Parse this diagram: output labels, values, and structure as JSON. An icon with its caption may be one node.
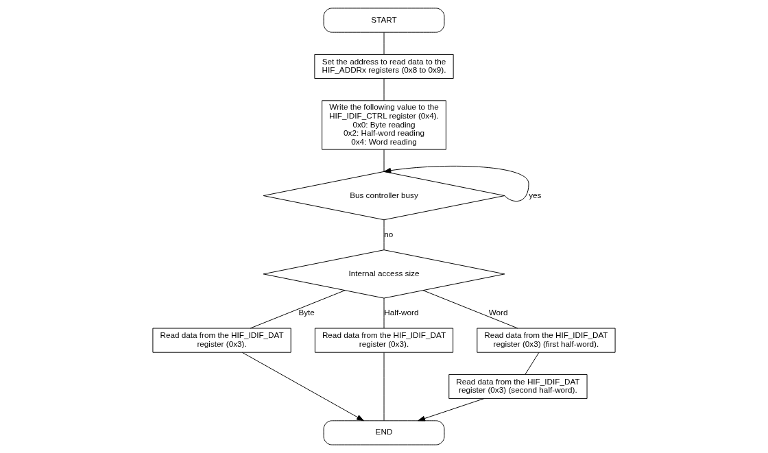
{
  "diagram": {
    "nodes": [
      {
        "text": [
          "START"
        ]
      },
      {
        "text": [
          "Set the address to read data to the HIF_ADDRx registers (0x8 to 0x9)."
        ]
      },
      {
        "text": [
          "Write the following value to the HIF_IDIF_CTRL register (0x4).",
          "0x0: Byte reading",
          "0x2: Half-word reading",
          "0x4: Word reading"
        ]
      },
      {
        "text": [
          "Bus controller busy"
        ]
      },
      {
        "text": [
          "Internal access size"
        ]
      },
      {
        "text": [
          "Read data from the HIF_IDIF_DAT register (0x3)."
        ]
      },
      {
        "text": [
          "Read data from the HIF_IDIF_DAT register (0x3)."
        ]
      },
      {
        "text": [
          "Read data from the HIF_IDIF_DAT register (0x3) (first half-word)."
        ]
      },
      {
        "text": [
          "Read data from the HIF_IDIF_DAT register (0x3) (second half-word)."
        ]
      },
      {
        "text": [
          "END"
        ]
      }
    ],
    "edges": [
      {
        "from": 0,
        "to": 1,
        "arrow": "none"
      },
      {
        "from": 1,
        "to": 2,
        "arrow": "none"
      },
      {
        "from": 2,
        "to": 3,
        "arrow": "none"
      },
      {
        "from": 3,
        "to": 3,
        "arrow": "to",
        "label": "yes"
      },
      {
        "from": 3,
        "to": 4,
        "arrow": "none",
        "label": "no"
      },
      {
        "from": 4,
        "to": 5,
        "arrow": "none",
        "label": "Byte"
      },
      {
        "from": 4,
        "to": 6,
        "arrow": "none",
        "label": "Half-word"
      },
      {
        "from": 4,
        "to": 7,
        "arrow": "none",
        "label": "Word"
      },
      {
        "from": 7,
        "to": 8,
        "arrow": "none"
      },
      {
        "from": 5,
        "to": 9,
        "arrow": "to"
      },
      {
        "from": 6,
        "to": 9,
        "arrow": "none"
      },
      {
        "from": 8,
        "to": 9,
        "arrow": "to"
      }
    ]
  }
}
